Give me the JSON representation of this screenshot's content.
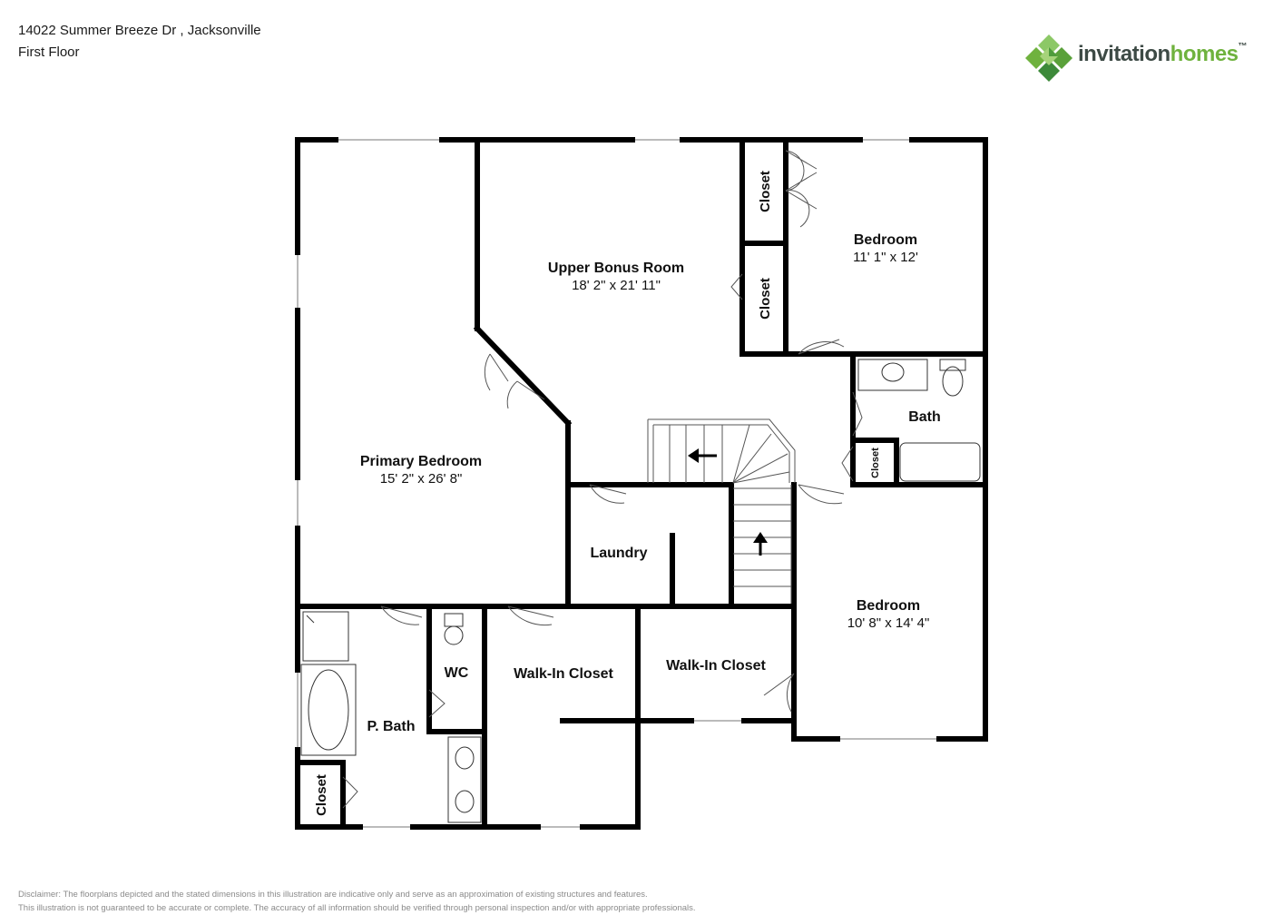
{
  "header": {
    "address": "14022 Summer Breeze Dr , Jacksonville",
    "floor": "First Floor"
  },
  "brand": {
    "name_part1": "invitation",
    "name_part2": "homes",
    "icon": "diamond-cluster-logo-icon",
    "colors": {
      "dark": "#3d4a45",
      "green": "#6fb23e",
      "light_green": "#a6d37a"
    }
  },
  "rooms": {
    "upper_bonus": {
      "name": "Upper Bonus Room",
      "dims": "18' 2\" x 21' 11\""
    },
    "bedroom_1": {
      "name": "Bedroom",
      "dims": "11' 1\" x 12'"
    },
    "bedroom_2": {
      "name": "Bedroom",
      "dims": "10' 8\" x 14' 4\""
    },
    "primary_bedroom": {
      "name": "Primary Bedroom",
      "dims": "15' 2\" x 26' 8\""
    },
    "bath": {
      "name": "Bath"
    },
    "laundry": {
      "name": "Laundry"
    },
    "wc": {
      "name": "WC"
    },
    "p_bath": {
      "name": "P. Bath"
    },
    "walkin_closet_1": {
      "name": "Walk-In Closet"
    },
    "walkin_closet_2": {
      "name": "Walk-In Closet"
    },
    "closet_1": {
      "name": "Closet"
    },
    "closet_2": {
      "name": "Closet"
    },
    "closet_3": {
      "name": "Closet"
    },
    "closet_4": {
      "name": "Closet"
    }
  },
  "disclaimer": {
    "line1": "Disclaimer: The floorplans depicted and the stated dimensions in this illustration are indicative only and serve as an approximation of existing structures and features.",
    "line2": "This illustration is not guaranteed to be accurate or complete. The accuracy of all information should be verified through personal inspection and/or with appropriate professionals."
  }
}
